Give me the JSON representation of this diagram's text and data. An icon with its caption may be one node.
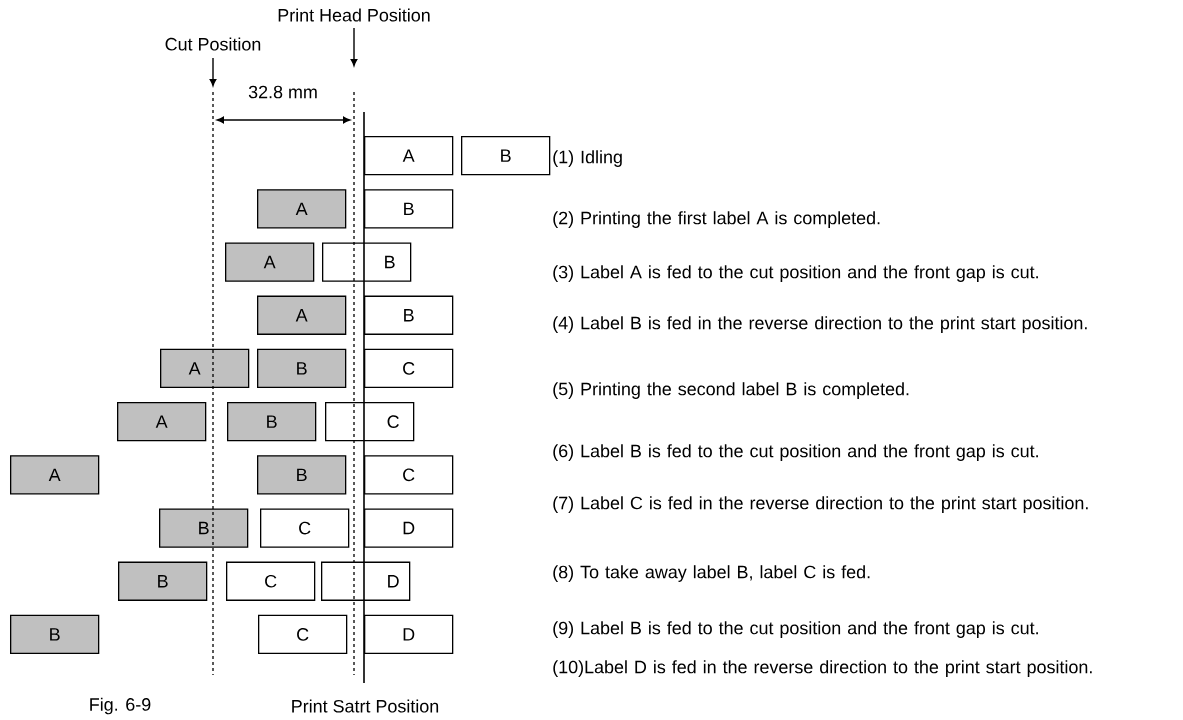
{
  "diagram": {
    "caption": "Fig. 6-9",
    "nodes": [
      {
        "text": [
          "A"
        ]
      },
      {
        "text": [
          "B"
        ]
      },
      {
        "text": [
          "A"
        ]
      },
      {
        "text": [
          "B"
        ]
      },
      {
        "text": [
          "A"
        ]
      },
      {
        "text": [
          "B"
        ]
      },
      {
        "text": [
          "A"
        ]
      },
      {
        "text": [
          "B"
        ]
      },
      {
        "text": [
          "A"
        ]
      },
      {
        "text": [
          "B"
        ]
      },
      {
        "text": [
          "C"
        ]
      },
      {
        "text": [
          "A"
        ]
      },
      {
        "text": [
          "B"
        ]
      },
      {
        "text": [
          "C"
        ]
      },
      {
        "text": [
          "A"
        ]
      },
      {
        "text": [
          "B"
        ]
      },
      {
        "text": [
          "C"
        ]
      },
      {
        "text": [
          "B"
        ]
      },
      {
        "text": [
          "C"
        ]
      },
      {
        "text": [
          "D"
        ]
      },
      {
        "text": [
          "B"
        ]
      },
      {
        "text": [
          "C"
        ]
      },
      {
        "text": [
          "D"
        ]
      },
      {
        "text": [
          "B"
        ]
      },
      {
        "text": [
          "C"
        ]
      },
      {
        "text": [
          "D"
        ]
      }
    ],
    "labels": [
      "Print Head Position",
      "Cut Position",
      "32.8 mm",
      "(1) Idling",
      "(2) Printing the first label A is completed.",
      "(3) Label A is fed to the cut position and the front gap is cut.",
      "(4) Label B is fed in the reverse direction to the print start position.",
      "(5) Printing the second label B is completed.",
      "(6) Label B is fed to the cut position and the front gap is cut.",
      "(7) Label C is fed in the reverse direction to the print start position.",
      "(8) To take away label B, label C is fed.",
      "(9) Label B is fed to the cut position and the front gap is cut.",
      "(10)Label D is fed in the reverse direction to the print start position.",
      "Print Satrt Position"
    ]
  }
}
